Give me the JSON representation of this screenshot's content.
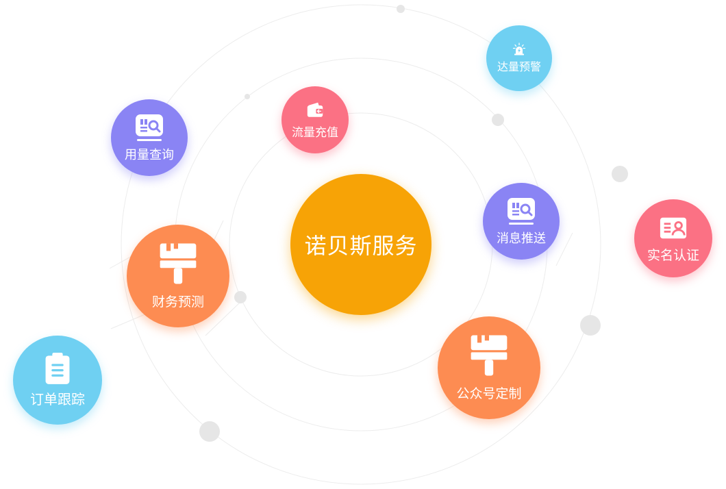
{
  "center": {
    "label": "诺贝斯服务"
  },
  "colors": {
    "center": "#f7a306",
    "blue": "#6fd0f2",
    "purple": "#8a84f4",
    "pink": "#fb7184",
    "orange": "#fd8c52",
    "orbit": "#e9e9e9"
  },
  "services": [
    {
      "key": "alert",
      "label": "达量预警",
      "icon": "siren-icon",
      "color": "blue"
    },
    {
      "key": "recharge",
      "label": "流量充值",
      "icon": "wallet-icon",
      "color": "pink"
    },
    {
      "key": "usage",
      "label": "用量查询",
      "icon": "search-card-icon",
      "color": "purple"
    },
    {
      "key": "push",
      "label": "消息推送",
      "icon": "search-card-icon",
      "color": "purple"
    },
    {
      "key": "realname",
      "label": "实名认证",
      "icon": "id-card-icon",
      "color": "pink"
    },
    {
      "key": "finance",
      "label": "财务预测",
      "icon": "paint-brush-icon",
      "color": "orange"
    },
    {
      "key": "official",
      "label": "公众号定制",
      "icon": "paint-brush-icon",
      "color": "orange"
    },
    {
      "key": "order",
      "label": "订单跟踪",
      "icon": "clipboard-icon",
      "color": "blue"
    }
  ]
}
